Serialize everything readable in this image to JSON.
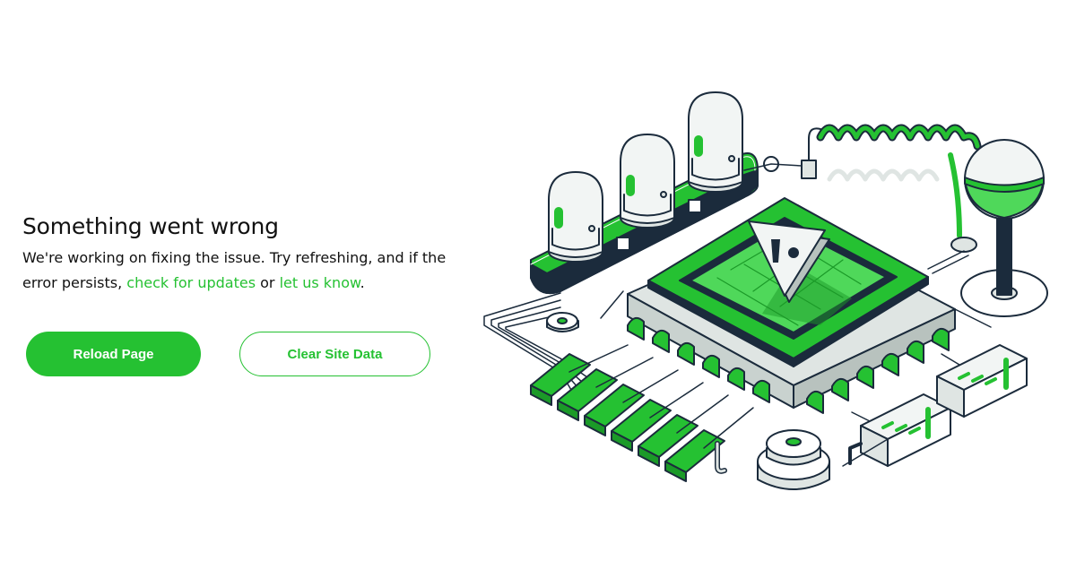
{
  "error": {
    "title": "Something went wrong",
    "message_before": "We're working on fixing the issue. Try refreshing, and if the error persists, ",
    "link_updates": "check for updates",
    "message_middle": " or ",
    "link_contact": "let us know",
    "message_after": "."
  },
  "actions": {
    "reload_label": "Reload Page",
    "clear_label": "Clear Site Data"
  },
  "illustration": {
    "icon": "warning-icon",
    "warning_mark": "!"
  },
  "colors": {
    "accent": "#25c132",
    "dark": "#1b2b3c",
    "light_gray": "#dfe5e3"
  }
}
